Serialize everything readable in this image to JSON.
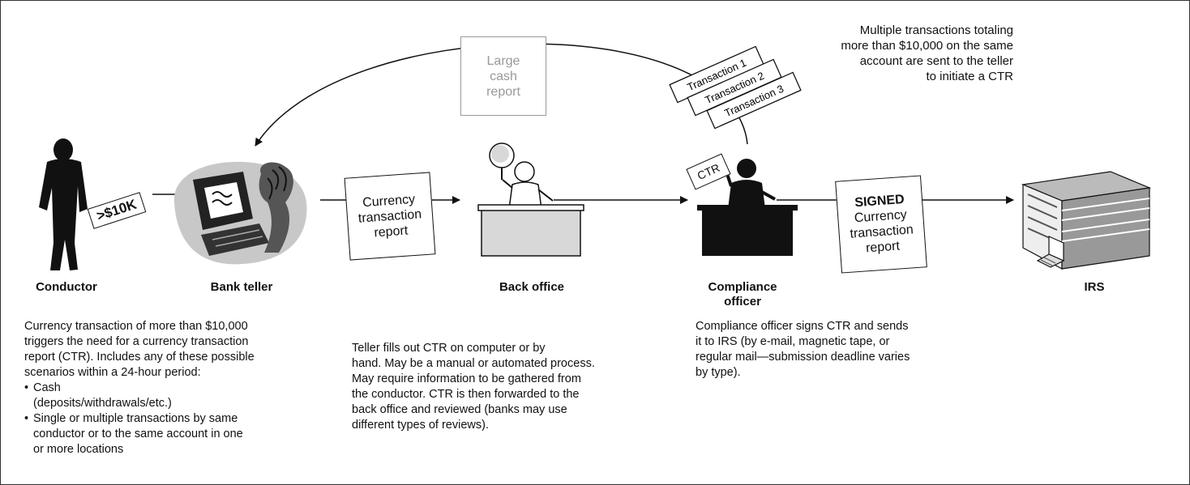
{
  "nodes": {
    "conductor": "Conductor",
    "bank_teller": "Bank teller",
    "back_office": "Back office",
    "compliance_officer": "Compliance\nofficer",
    "irs": "IRS"
  },
  "tags": {
    "cash_amount": ">$10K",
    "ctr": "CTR"
  },
  "documents": {
    "large_cash_report": "Large\ncash\nreport",
    "currency_transaction_report": "Currency\ntransaction\nreport",
    "signed_title": "SIGNED",
    "signed_body": "Currency\ntransaction\nreport"
  },
  "transactions": [
    "Transaction 1",
    "Transaction 2",
    "Transaction 3"
  ],
  "multiple_note": "Multiple transactions totaling\nmore than $10,000 on the same\naccount are sent to the teller\nto initiate a CTR",
  "descriptions": {
    "conductor_intro": "Currency transaction of more than $10,000\ntriggers the need for a currency transaction\nreport (CTR). Includes any of these possible\nscenarios within a 24-hour period:",
    "conductor_bullets": [
      "Cash\n(deposits/withdrawals/etc.)",
      "Single or multiple transactions by same\nconductor or to the same account in one\nor more locations"
    ],
    "back_office": "Teller fills out CTR on computer or by\nhand. May be a manual or automated process.\nMay require information to be gathered from\nthe conductor. CTR is then forwarded to the\nback office and reviewed (banks may use\ndifferent types of reviews).",
    "compliance": "Compliance officer signs CTR and sends\nit to IRS (by e-mail, magnetic tape, or\nregular mail—submission deadline varies\nby type)."
  }
}
